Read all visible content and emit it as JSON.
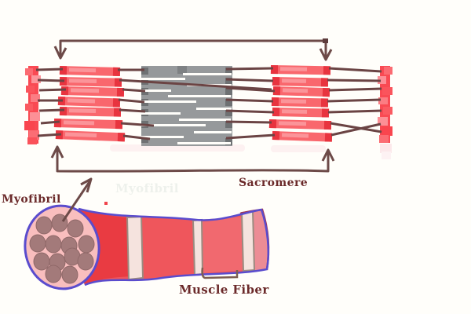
{
  "labels": {
    "myofibril": "Myofibril",
    "sarcomere": "Sacromere",
    "muscle_fiber": "Muscle Fiber",
    "myofibril_watermark": "Myofibril"
  },
  "colors": {
    "background": "#fffefa",
    "actin_red": "#f9676d",
    "actin_cap_red": "#e8343f",
    "z_disc_red": "#f94a53",
    "myosin_gray": "#96999b",
    "myosin_cap_gray": "#6e7173",
    "connector_brown": "#6b4444",
    "bracket_brown": "#6d4a48",
    "label_maroon": "#6b2a2a",
    "fiber_outline_blue": "#5a4ccd",
    "fiber_red": "#ef565c",
    "fiber_red_bright": "#e93b42",
    "fiber_end_pink": "#ec8c95",
    "band_cream": "#f5e3de",
    "cross_section_pink": "#f9bebe",
    "myofibril_circle_mauve": "#a37a7a"
  }
}
